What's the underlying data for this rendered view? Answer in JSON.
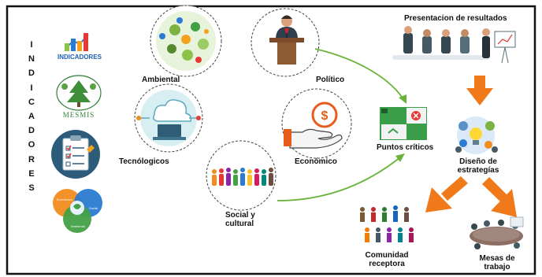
{
  "vertical_title": [
    "I",
    "N",
    "D",
    "I",
    "C",
    "A",
    "D",
    "O",
    "R",
    "E",
    "S"
  ],
  "indicadores_logo": "INDICADORES",
  "mesmis_logo": "MESMIS",
  "sustainability_logo": {
    "top": "Económico",
    "right": "Social",
    "bottom": "Ambiental"
  },
  "labels": {
    "ambiental": "Ambiental",
    "politico": "Político",
    "tecnologicos": "Tecnólogicos",
    "economico": "Económico",
    "social": "Social y\ncultural",
    "puntos": "Puntos críticos",
    "presentacion": "Presentacion de resultados",
    "diseno": "Diseño de\nestrategías",
    "comunidad": "Comunidad\nreceptora",
    "mesas": "Mesas de\ntrabajo"
  },
  "colors": {
    "arrow_orange": "#f07a1a",
    "connector_green": "#69b33a",
    "dashed_circle": "#444444",
    "frame": "#111111"
  },
  "icons": [
    "bar-chart-icon",
    "mesmis-tree-icon",
    "clipboard-checklist-icon",
    "sustainability-circles-icon",
    "ecology-collage-icon",
    "politician-podium-icon",
    "cloud-laptop-icon",
    "money-hand-icon",
    "diverse-people-icon",
    "checklist-board-icon",
    "meeting-presentation-icon",
    "lightbulb-gears-icon",
    "community-people-icon",
    "meeting-table-icon"
  ]
}
